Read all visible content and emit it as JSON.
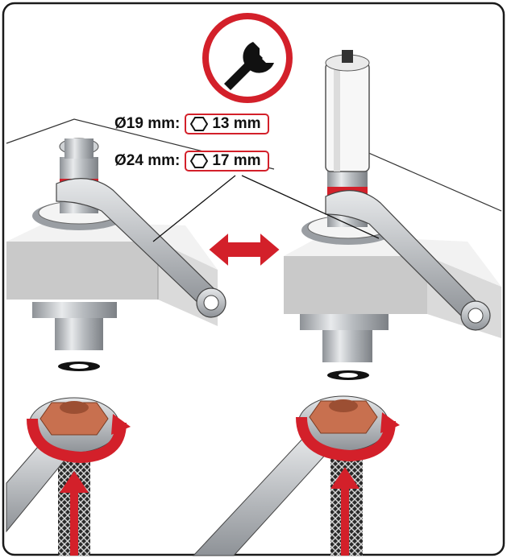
{
  "tool": {
    "icon": "wrench-icon",
    "circle_color": "#d3202a"
  },
  "specs": [
    {
      "diameter": "Ø19 mm:",
      "hex_size": "13 mm",
      "icon": "hexagon-icon"
    },
    {
      "diameter": "Ø24 mm:",
      "hex_size": "17 mm",
      "icon": "hexagon-icon"
    }
  ],
  "colors": {
    "accent_red": "#d3202a",
    "nut_copper": "#c8704f",
    "metal_gray": "#a9adb3"
  }
}
